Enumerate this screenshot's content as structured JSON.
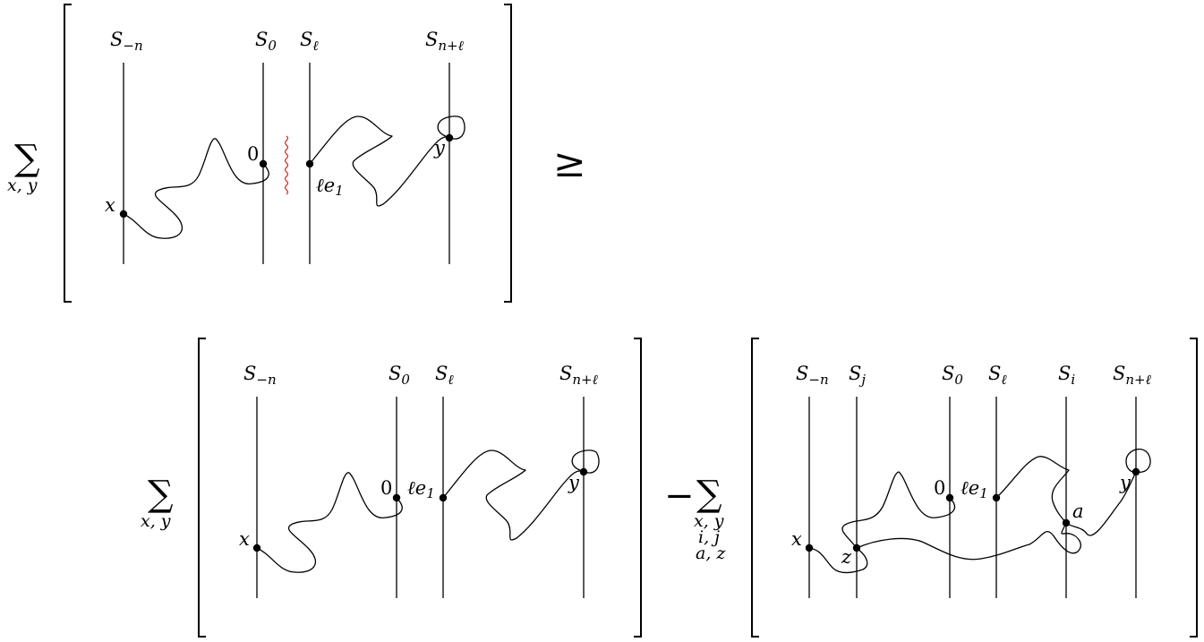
{
  "relation_symbol": "≥",
  "minus_symbol": "−",
  "sum_symbol": "∑",
  "panels": {
    "top": {
      "sum_indices": [
        "x, y"
      ],
      "columns": {
        "S_-n": {
          "base": "S",
          "sub": "−n"
        },
        "S_0": {
          "base": "S",
          "sub": "0"
        },
        "S_l": {
          "base": "S",
          "sub": "ℓ"
        },
        "S_n+l": {
          "base": "S",
          "sub": "n+ℓ"
        }
      },
      "points": {
        "x": "x",
        "zero": "0",
        "le1": "ℓe",
        "le1_sub": "1",
        "y": "y"
      }
    },
    "bottom_left": {
      "sum_indices": [
        "x, y"
      ],
      "columns": {
        "S_-n": {
          "base": "S",
          "sub": "−n"
        },
        "S_0": {
          "base": "S",
          "sub": "0"
        },
        "S_l": {
          "base": "S",
          "sub": "ℓ"
        },
        "S_n+l": {
          "base": "S",
          "sub": "n+ℓ"
        }
      },
      "points": {
        "x": "x",
        "zero": "0",
        "le1": "ℓe",
        "le1_sub": "1",
        "y": "y"
      }
    },
    "bottom_right": {
      "sum_indices": [
        "x, y",
        "i, j",
        "a, z"
      ],
      "columns": {
        "S_-n": {
          "base": "S",
          "sub": "−n"
        },
        "S_j": {
          "base": "S",
          "sub": "j"
        },
        "S_0": {
          "base": "S",
          "sub": "0"
        },
        "S_l": {
          "base": "S",
          "sub": "ℓ"
        },
        "S_i": {
          "base": "S",
          "sub": "i"
        },
        "S_n+l": {
          "base": "S",
          "sub": "n+ℓ"
        }
      },
      "points": {
        "x": "x",
        "z": "z",
        "zero": "0",
        "le1": "ℓe",
        "le1_sub": "1",
        "a": "a",
        "y": "y"
      }
    }
  }
}
